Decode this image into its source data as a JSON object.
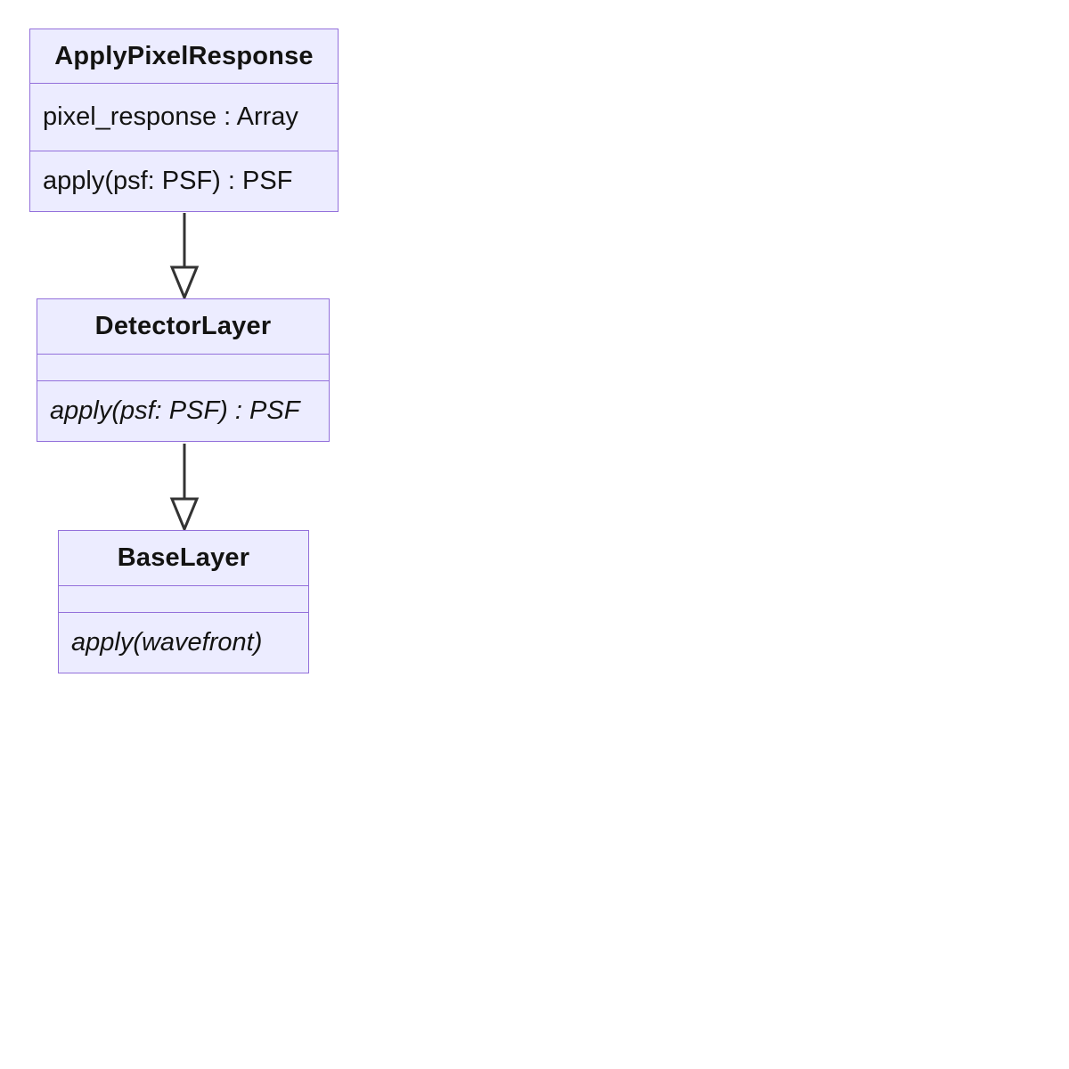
{
  "diagram": {
    "kind": "uml-class-diagram",
    "colors": {
      "box_fill": "#ECECFF",
      "box_border": "#9370DB",
      "text": "#131312",
      "arrow_line": "#333333",
      "arrowhead_fill": "#ffffff",
      "background": "#ffffff"
    },
    "classes": [
      {
        "name": "ApplyPixelResponse",
        "attributes": [
          "pixel_response : Array"
        ],
        "methods": [
          {
            "text": "apply(psf: PSF) : PSF",
            "abstract": false
          }
        ]
      },
      {
        "name": "DetectorLayer",
        "attributes": [],
        "methods": [
          {
            "text": "apply(psf: PSF) : PSF",
            "abstract": true
          }
        ]
      },
      {
        "name": "BaseLayer",
        "attributes": [],
        "methods": [
          {
            "text": "apply(wavefront)",
            "abstract": true
          }
        ]
      }
    ],
    "relations": [
      {
        "from": "ApplyPixelResponse",
        "to": "DetectorLayer",
        "type": "inheritance"
      },
      {
        "from": "DetectorLayer",
        "to": "BaseLayer",
        "type": "inheritance"
      }
    ]
  }
}
